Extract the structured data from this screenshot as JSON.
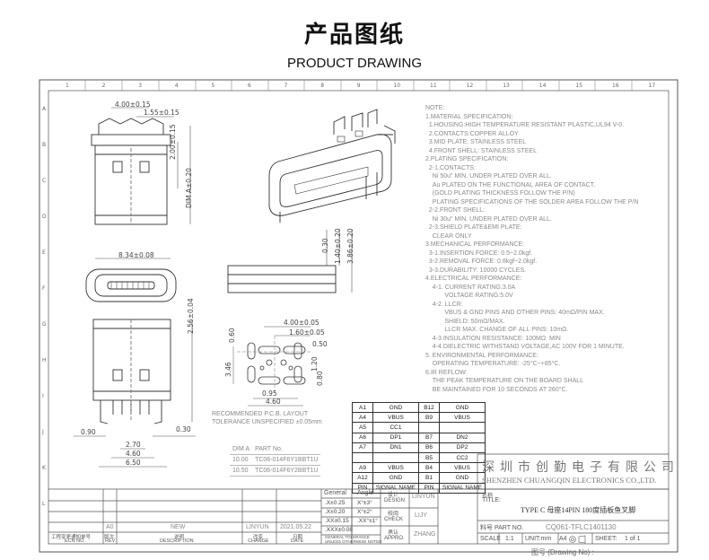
{
  "header": {
    "title_cn": "产品图纸",
    "title_en": "PRODUCT DRAWING"
  },
  "ruler": {
    "columns": [
      "1",
      "2",
      "3",
      "4",
      "5",
      "6",
      "7",
      "8",
      "9",
      "10",
      "11",
      "12",
      "13",
      "14",
      "15",
      "16",
      "17"
    ],
    "rows": [
      "A",
      "B",
      "C",
      "D",
      "E",
      "F",
      "G",
      "H",
      "I",
      "J",
      "K",
      "L"
    ]
  },
  "dimensions": {
    "d1": "4.00±0.15",
    "d2": "1.55±0.15",
    "d3": "2.00±0.15",
    "d4": "DIM A±0.20",
    "d5": "8.34±0.08",
    "d6": "0.30",
    "d7": "1.40±0.20",
    "d8": "3.86±0.20",
    "d9": "2.56±0.04",
    "d10": "4.00±0.05",
    "d11": "1.60±0.05",
    "d12": "0.50",
    "d13": "0.60",
    "d14": "3.46",
    "d15": "1.20",
    "d16": "0.80",
    "d17": "0.95",
    "d18": "4.60",
    "d19": "0.90",
    "d20": "0.30",
    "d21": "2.70",
    "d22": "4.60",
    "d23": "6.50"
  },
  "pcb_note": {
    "line1": "RECOMMENDED   P.C.B. LAYOUT",
    "line2": "TOLERANCE UNSPECIFIED  ±0.05mm"
  },
  "notes": [
    "NOTE:",
    "1.MATERIAL SPECIFICATION:",
    "  1.HOUSING:HIGH TEMPERATURE RESISTANT PLASTIC,UL94 V-0.",
    "  2.CONTACTS:COPPER ALLOY",
    "  3.MID PLATE: STAINLESS STEEL",
    "  4.FRONT SHELL: STAINLESS STEEL",
    "2.PLATING SPECIFICATION:",
    "  2-1.CONTACTS:",
    "    Ni 50u\" MIN. UNDER PLATED OVER ALL.",
    "    Au PLATED ON THE FUNCTIONAL AREA OF CONTACT.",
    "    (GOLD PLATING THICKNESS FOLLOW THE P/N)",
    "    PLATING SPECIFICATIONS OF THE SOLDER AREA FOLLOW THE P/N",
    "  2-2.FRONT SHELL:",
    "    Ni 30u\" MIN. UNDER PLATED OVER ALL.",
    "  2-3.SHIELD PLATE&EMI PLATE:",
    "    CLEAR ONLY",
    "3.MECHANICAL PERFORMANCE:",
    "  3-1.INSERTION FORCE: 0.5~2.0kgf.",
    "  3-2.REMOVAL FORCE: 0.8kgf~2.0kgf.",
    "  3-3.DURABILITY: 10000 CYCLES.",
    "4.ELECTRICAL PERFORMANCE:",
    "    4-1. CURRENT RATING:3.0A",
    "           VOLTAGE RATING:5.0V",
    "    4-2. LLCR:",
    "           VBUS & GND PINS AND OTHER PINS: 40mΩ/PIN MAX.",
    "           SHIELD: 50mΩ/MAX.",
    "           LLCR MAX. CHANGE OF ALL PINS: 10mΩ.",
    "    4-3.INSULATION RESISTANCE: 100MΩ  MIN",
    "    4-4.DIELECTRIC WITHSTAND VOLTAGE,AC 100V FOR 1 MINUTE.",
    "5. ENVIRONMENTAL PERFORMANCE:",
    "    OPERATING TEMPERATURE: -25°C~+85°C.",
    "6.IR REFLOW:",
    "    THE PEAK TEMPERATURE ON THE BOARD SHALL",
    "    BE MAINTAINED FOR 10 SECONDS AT 260°C."
  ],
  "pin_table": {
    "rows": [
      [
        "A1",
        "GND",
        "B12",
        "GND"
      ],
      [
        "A4",
        "VBUS",
        "B9",
        "VBUS"
      ],
      [
        "A5",
        "CC1",
        "",
        ""
      ],
      [
        "A6",
        "DP1",
        "B7",
        "DN2"
      ],
      [
        "A7",
        "DN1",
        "B6",
        "DP2"
      ],
      [
        "",
        "",
        "B5",
        "CC2"
      ],
      [
        "A9",
        "VBUS",
        "B4",
        "VBUS"
      ],
      [
        "A12",
        "GND",
        "B1",
        "GND"
      ],
      [
        "PIN",
        "SIGNAL NAME",
        "PIN",
        "SIGNAL NAME"
      ]
    ]
  },
  "part_table": {
    "header": [
      "DIM A",
      "PART No."
    ],
    "rows": [
      [
        "10.00",
        "TC06-014F6Y1BBT1U"
      ],
      [
        "10.50",
        "TC06-014F6Y2BBT1U"
      ]
    ]
  },
  "title_block": {
    "tol_general": "General",
    "tol_angle": "Angle",
    "tol_rows": [
      [
        ".X±0.25",
        "X°±3°"
      ],
      [
        ".X±0.20",
        "X°±2°"
      ],
      [
        ".XX±0.15",
        ".XX°±1°"
      ],
      [
        ".XXX±0.08",
        ""
      ]
    ],
    "tol_note1": "GENERAL TOLERANCE",
    "tol_note2": "UNLESS OTHERWISE NOTED",
    "design_cn": "设计",
    "design_en": "DESIGN",
    "design_name": "LINYUN",
    "check_cn": "校阅",
    "check_en": "CHECK",
    "check_name": "LIJY",
    "appro_cn": "承认",
    "appro_en": "APPRO.",
    "appro_name": "ZHANG",
    "company_cn": "深圳市创勤电子有限公司",
    "company_en": "SHENZHEN CHUANGQIN ELECTRONICS CO.,LTD.",
    "title_label_cn": "名称",
    "title_label_en": "TITLE:",
    "title_value": "TYPE C 母座14PIN 180度插板鱼叉脚",
    "part_label": "料号 PART NO.",
    "part_value": "CQ061-TFLC1401130",
    "scale_label": "SCALE",
    "scale_value": "1:1",
    "unit_label": "UNIT:mm",
    "paper": "A4",
    "sheet_label": "SHEET:",
    "sheet_value": "1   of   1",
    "rev_rev": "A0",
    "rev_desc": "NEW",
    "rev_by": "LINYUN",
    "rev_date": "2021.05.22",
    "ecn_cn": "工程变更通知单号",
    "ecn_en": "ECN NO.",
    "rev_cn": "版次",
    "rev_en": "REV",
    "desc_cn": "说明",
    "desc_en": "DESCRIPTION",
    "change_cn": "改变",
    "change_en": "CHANGE",
    "date_cn": "日期",
    "date_en": "DATE"
  },
  "footer": "图号 (Drawing No) :"
}
